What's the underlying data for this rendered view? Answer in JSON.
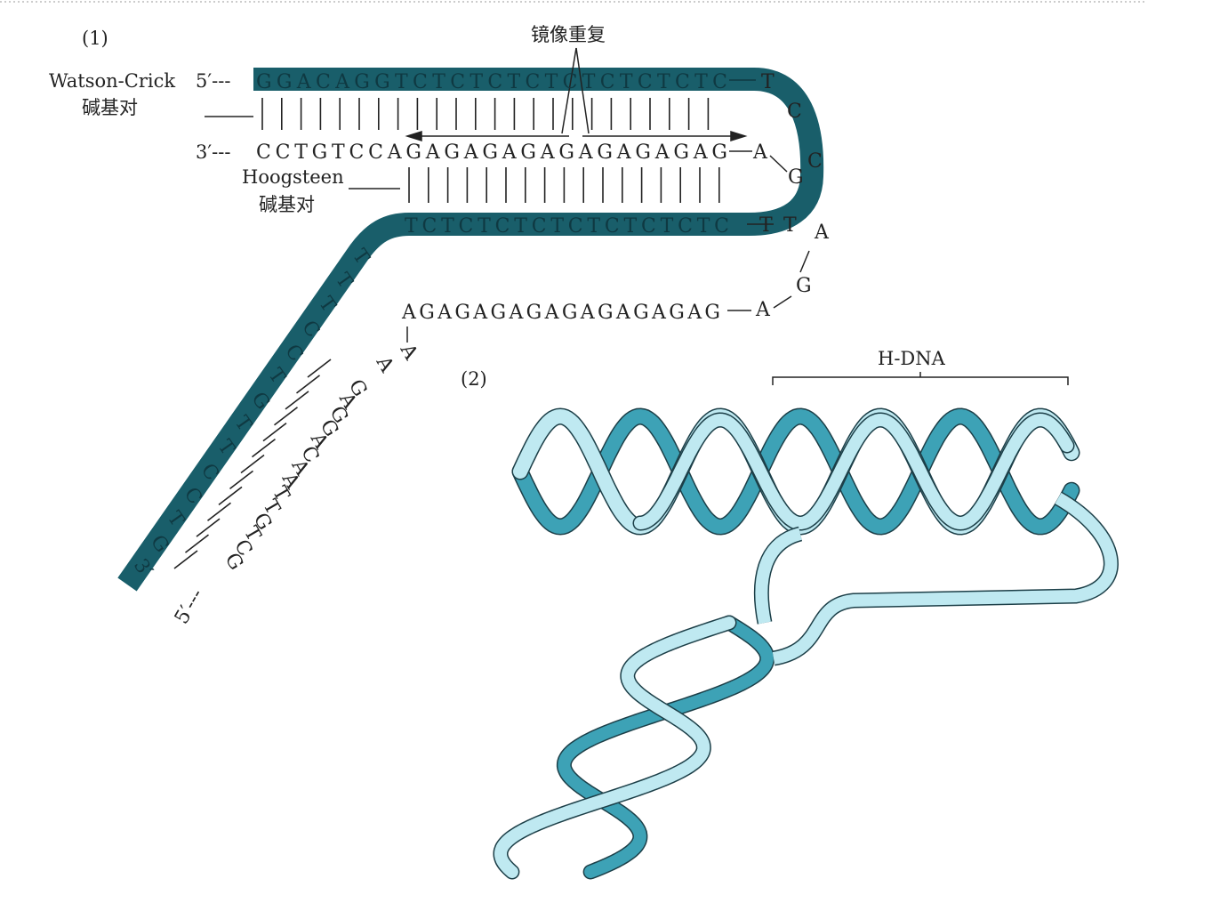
{
  "panel1": {
    "label": "(1)",
    "mirror_repeat_label": "镜像重复",
    "watson_crick_label": "Watson-Crick",
    "watson_crick_sub": "碱基对",
    "hoogsteen_label": "Hoogsteen",
    "hoogsteen_sub": "碱基对",
    "top_strand_prefix": "5′---",
    "top_strand": "GGACAGGTCTCTCTCTCTCTCTCTC",
    "bottom_strand_prefix": "3′---",
    "bottom_strand": "CCTGTCCAGAGAGAGAGAGAGAGAG",
    "hoogsteen_strand": "TCTCTCTCTCTCTCTCTC",
    "lower_strand": "AGAGAGAGAGAGAGAGAG",
    "loop_letters": [
      "T",
      "C",
      "T",
      "C",
      "T",
      "A",
      "G",
      "A",
      "G",
      "A"
    ],
    "diag_band_letters": [
      "T",
      "T",
      "T",
      "C",
      "C",
      "T",
      "G",
      "T",
      "T",
      "C",
      "C",
      "T",
      "G",
      "3′"
    ],
    "diag_strand_letters": [
      "A",
      "A",
      "G",
      "A",
      "G",
      "G",
      "A",
      "C",
      "A",
      "A",
      "T",
      "T",
      "G",
      "T",
      "C",
      "G"
    ],
    "diag_end": "5′---",
    "colors": {
      "band": "#195e6a",
      "helix_light": "#bfe9f1",
      "helix_dark": "#3da2b6"
    }
  },
  "panel2": {
    "label": "(2)",
    "hdna_label": "H-DNA"
  }
}
